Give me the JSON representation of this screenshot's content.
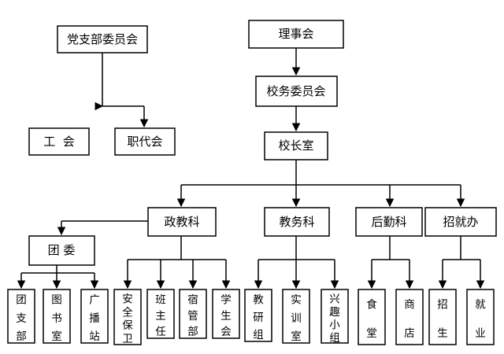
{
  "nodes": {
    "party": "党支部委员会",
    "union": "工  会",
    "congress": "职代会",
    "board": "理事会",
    "school_committee": "校务委员会",
    "principal_office": "校长室",
    "politics": "政教科",
    "academic": "教务科",
    "logistics": "后勤科",
    "enrollment": "招就办",
    "youth_league": "团 委",
    "league_branch": "团支部",
    "library": "图书室",
    "broadcast": "广播站",
    "security": "安全保卫",
    "class_teacher": "班主任",
    "dorm": "宿管部",
    "student_union": "学生会",
    "teaching_research": "教研组",
    "training_room": "实训室",
    "interest_group": "兴趣小组",
    "canteen": "食堂",
    "store": "商店",
    "admissions": "招生",
    "employment": "就业"
  }
}
